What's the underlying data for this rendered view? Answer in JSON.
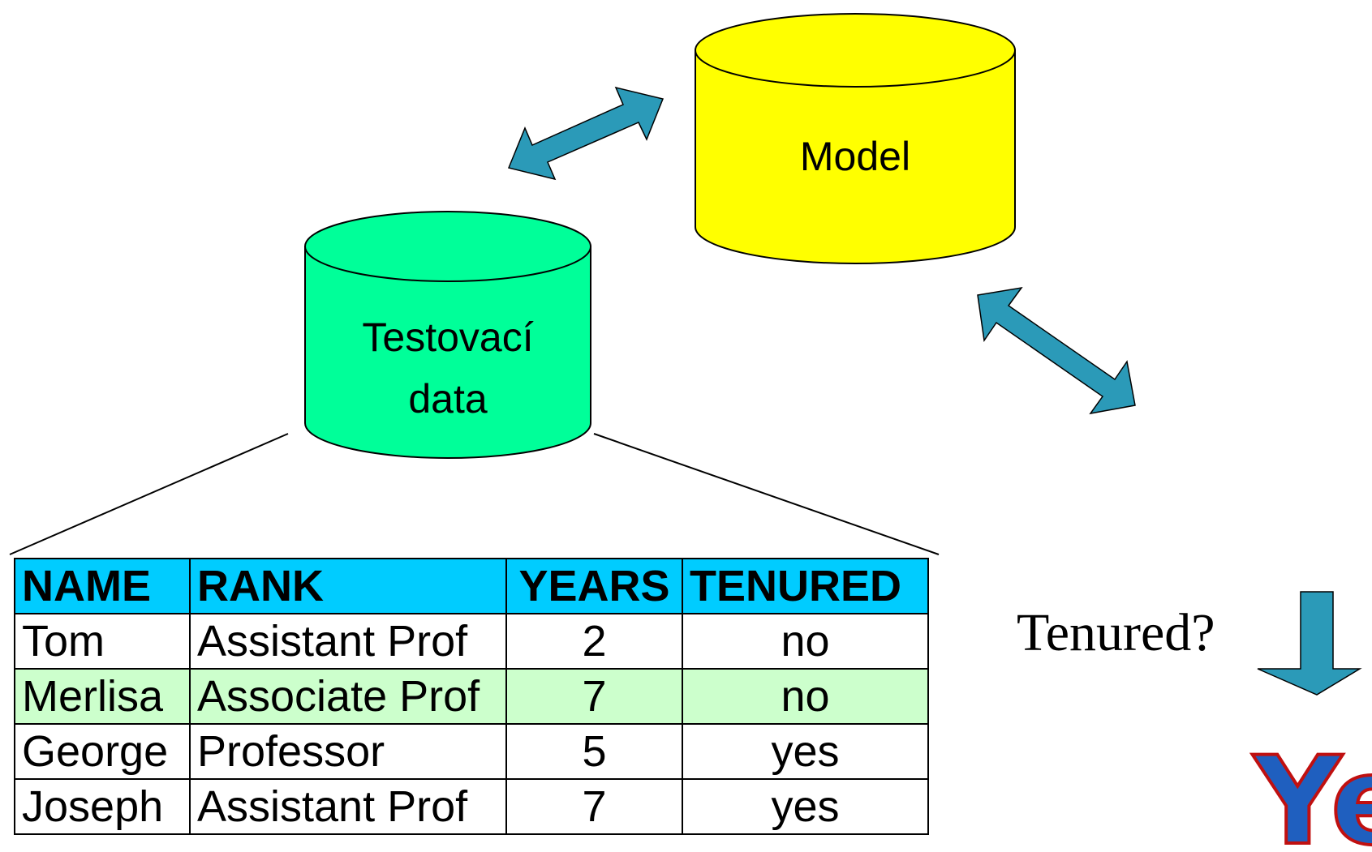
{
  "model_cylinder": {
    "label": "Model",
    "color": "#ffff00"
  },
  "test_data_cylinder": {
    "label_lines": [
      "Testovací",
      "data"
    ],
    "color": "#00ff99"
  },
  "arrow_color": "#2b9ab8",
  "table": {
    "header_color": "#00ccff",
    "highlight_color": "#ccffcc",
    "columns": [
      "NAME",
      "RANK",
      "YEARS",
      "TENURED"
    ],
    "rows": [
      [
        "Tom",
        "Assistant Prof",
        "2",
        "no"
      ],
      [
        "Merlisa",
        "Associate Prof",
        "7",
        "no"
      ],
      [
        "George",
        "Professor",
        "5",
        "yes"
      ],
      [
        "Joseph",
        "Assistant Prof",
        "7",
        "yes"
      ]
    ],
    "highlighted_row": 1
  },
  "query": {
    "text": "Tenured?"
  },
  "answer": {
    "text": "Yes",
    "fill": "#1f5fbf",
    "outline": "#c01010"
  }
}
